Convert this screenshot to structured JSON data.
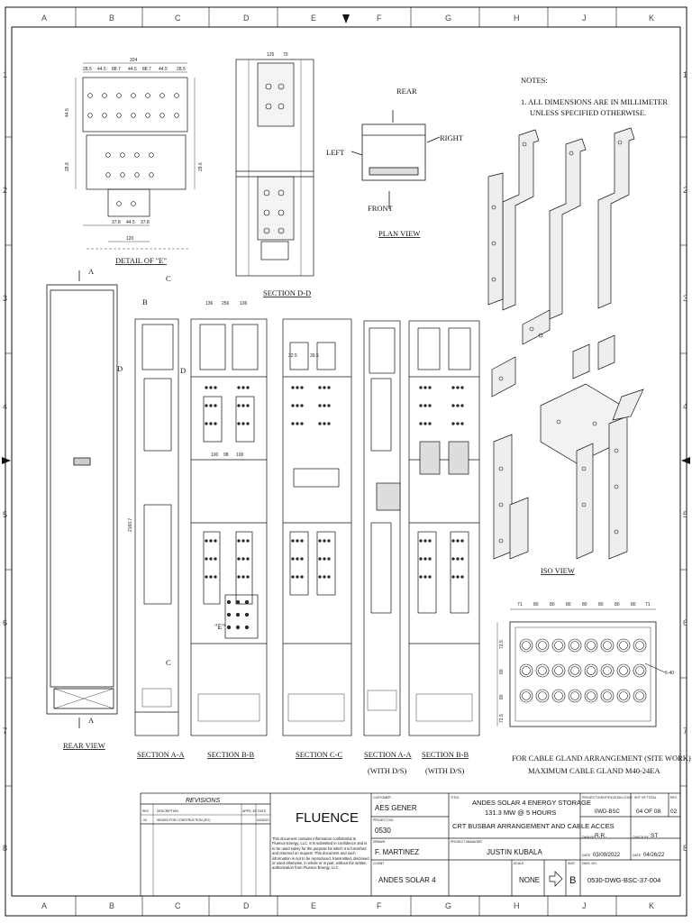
{
  "grid": {
    "columns": [
      "A",
      "B",
      "C",
      "D",
      "E",
      "F",
      "G",
      "H",
      "J",
      "K"
    ],
    "rows": [
      "1",
      "2",
      "3",
      "4",
      "5",
      "6",
      "7",
      "8"
    ]
  },
  "notes": {
    "title": "NOTES:",
    "line1": "1. ALL DIMENSIONS ARE IN MILLIMETER",
    "line2": "UNLESS SPECIFIED OTHERWISE."
  },
  "views": {
    "detail_e": "DETAIL OF \"E\"",
    "section_dd": "SECTION D-D",
    "plan_view": "PLAN VIEW",
    "iso_view": "ISO VIEW",
    "rear_view": "REAR VIEW",
    "section_aa": "SECTION A-A",
    "section_bb": "SECTION B-B",
    "section_cc": "SECTION C-C",
    "section_aa_ds": "SECTION A-A",
    "section_aa_ds_sub": "(WITH D/S)",
    "section_bb_ds": "SECTION B-B",
    "section_bb_ds_sub": "(WITH D/S)"
  },
  "plan_labels": {
    "rear": "REAR",
    "right": "RIGHT",
    "left": "LEFT",
    "front": "FRONT"
  },
  "section_markers": {
    "a": "A",
    "b": "B",
    "c": "C",
    "d": "D",
    "e": "\"E\""
  },
  "cable_gland": {
    "line1": "FOR CABLE GLAND ARRANGEMENT (SITE WORK)",
    "line2": "MAXIMUM CABLE GLAND M40-24EA",
    "top_dims": [
      "71",
      "80",
      "80",
      "80",
      "80",
      "80",
      "80",
      "80",
      "71"
    ],
    "side_dims": [
      "72.5",
      "80",
      "80",
      "72.5"
    ],
    "hole_label": "6-40"
  },
  "detail_dims": {
    "top": "324",
    "row": [
      "28.5",
      "44.5",
      "88.7",
      "44.5",
      "88.7",
      "44.5",
      "28.5"
    ],
    "bottom": [
      "37.8",
      "44.5",
      "37.8"
    ],
    "base": "120",
    "left": [
      "28.8",
      "44.5"
    ],
    "right": [
      "29.6"
    ]
  },
  "section_dims": {
    "dd_top": [
      "125",
      "70"
    ],
    "bb_top": [
      "136",
      "256",
      "136"
    ],
    "bb_mid": [
      "100",
      "98",
      "100"
    ],
    "cc_top": [
      "32.5",
      "39.5"
    ],
    "aa_height": "2160.7"
  },
  "title_block": {
    "revisions_title": "REVISIONS",
    "rev_header": "REV",
    "desc_header": "DESCRIPTION",
    "by_header": "APPD. BY",
    "date_header": "DATE",
    "rev_no": "00",
    "rev_desc": "ISSUED FOR CONSTRUCTION (IFC)",
    "rev_date": "04/26/22",
    "logo": "FLUENCE",
    "confidential": "This document contains information confidential to Fluence Energy, LLC. It is submitted in confidence and is to be used solely for the purpose for which it is furnished and returned on request. This document and such information is not to be reproduced, transmitted, disclosed or used otherwise, in whole or in part, without the written authorization from Fluence Energy, LLC.",
    "customer_label": "CUSTOMER",
    "customer": "AES GENER",
    "project_no_label": "PROJECT NO.",
    "project_no": "0530",
    "drawn_label": "DRAWN",
    "drawn": "F. MARTINEZ",
    "client_label": "CLIENT",
    "client": "ANDES SOLAR 4",
    "title_label": "TITLE",
    "title_line1": "ANDES SOLAR 4 ENERGY STORAGE",
    "title_line2": "131.3 MW @ 5 HOURS",
    "title_line3": "CRT BUSBAR ARRANGEMENT AND CABLE ACCES",
    "pm_label": "PROJECT MANAGER",
    "pm": "JUSTIN KUBALA",
    "scale_label": "SCALE",
    "scale": "NONE",
    "size_label": "SIZE",
    "size": "B",
    "proj_id_label": "PROJECT IDENTIFICATION CODE",
    "proj_id": "0WD-BSC",
    "sheet_label": "SHT OF TOTAL",
    "sheet": "04 OF 08",
    "rev_label": "REV",
    "rev": "02",
    "dwn_by_label": "DWN BY",
    "dwn_by": "R.R.",
    "chk_by_label": "CHECK BY",
    "chk_by": "ST",
    "date1_label": "DATE",
    "date1": "03/09/2022",
    "date2_label": "DATE",
    "date2": "04/26/22",
    "dwg_no_label": "DWG. NO.",
    "dwg_no": "0530-DWG-BSC-37-004"
  },
  "colors": {
    "line": "#111111",
    "logo": "#5a7fb5",
    "grid": "#444444"
  }
}
